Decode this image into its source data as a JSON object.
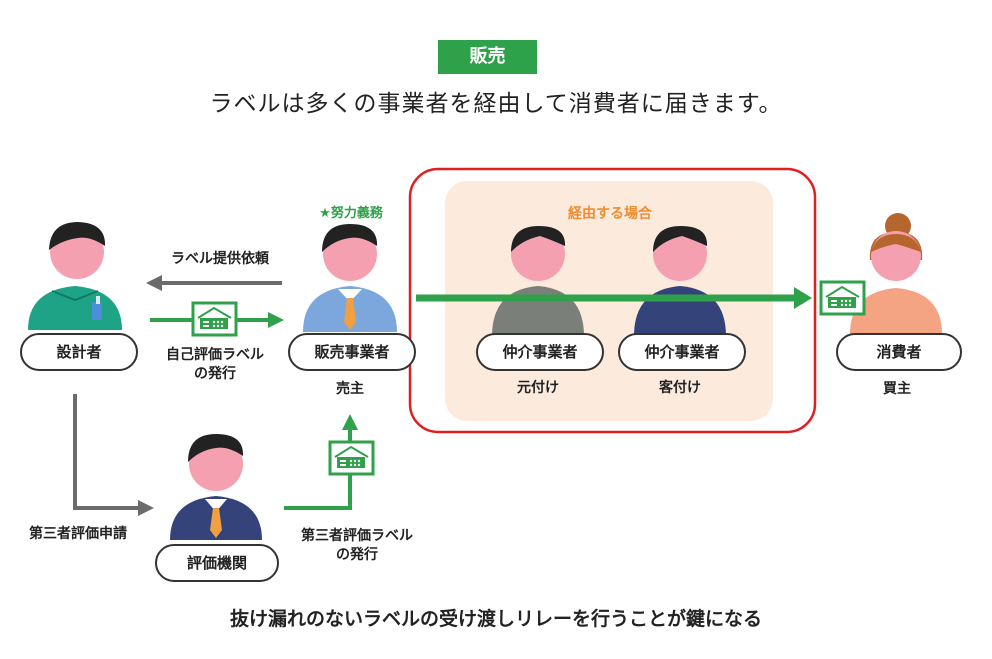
{
  "header": {
    "badge": "販売",
    "headline": "ラベルは多くの事業者を経由して消費者に届きます。"
  },
  "actors": {
    "designer": "設計者",
    "seller": "販売事業者",
    "broker_a": "仲介事業者",
    "broker_b": "仲介事業者",
    "consumer": "消費者",
    "evaluator": "評価機関"
  },
  "roles": {
    "seller": "売主",
    "broker_a": "元付け",
    "broker_b": "客付け",
    "consumer": "買主"
  },
  "notes": {
    "effort": "★努力義務",
    "via_case": "経由する場合",
    "label_request": "ラベル提供依頼",
    "self_label_line1": "自己評価ラベル",
    "self_label_line2": "の発行",
    "third_party_request": "第三者評価申請",
    "third_party_label_line1": "第三者評価ラベル",
    "third_party_label_line2": "の発行"
  },
  "footer": "抜け漏れのないラベルの受け渡しリレーを行うことが鍵になる",
  "colors": {
    "green": "#2ea14a",
    "gray_arrow": "#6b6b6b",
    "red_frame": "#e02020",
    "peach_bg": "#fcebdd",
    "orange_text": "#f08c32",
    "skin": "#f5a0b0",
    "hair": "#222222",
    "designer_body": "#1fa386",
    "seller_body": "#7ba7dc",
    "broker_a_body": "#7a7f7a",
    "broker_b_body": "#34437a",
    "evaluator_body": "#34437a",
    "consumer_body": "#f4a483",
    "consumer_hair": "#b5652d",
    "tie": "#f0a040"
  },
  "icons": [
    "label-card-icon",
    "house-label-icon",
    "person-icon"
  ]
}
